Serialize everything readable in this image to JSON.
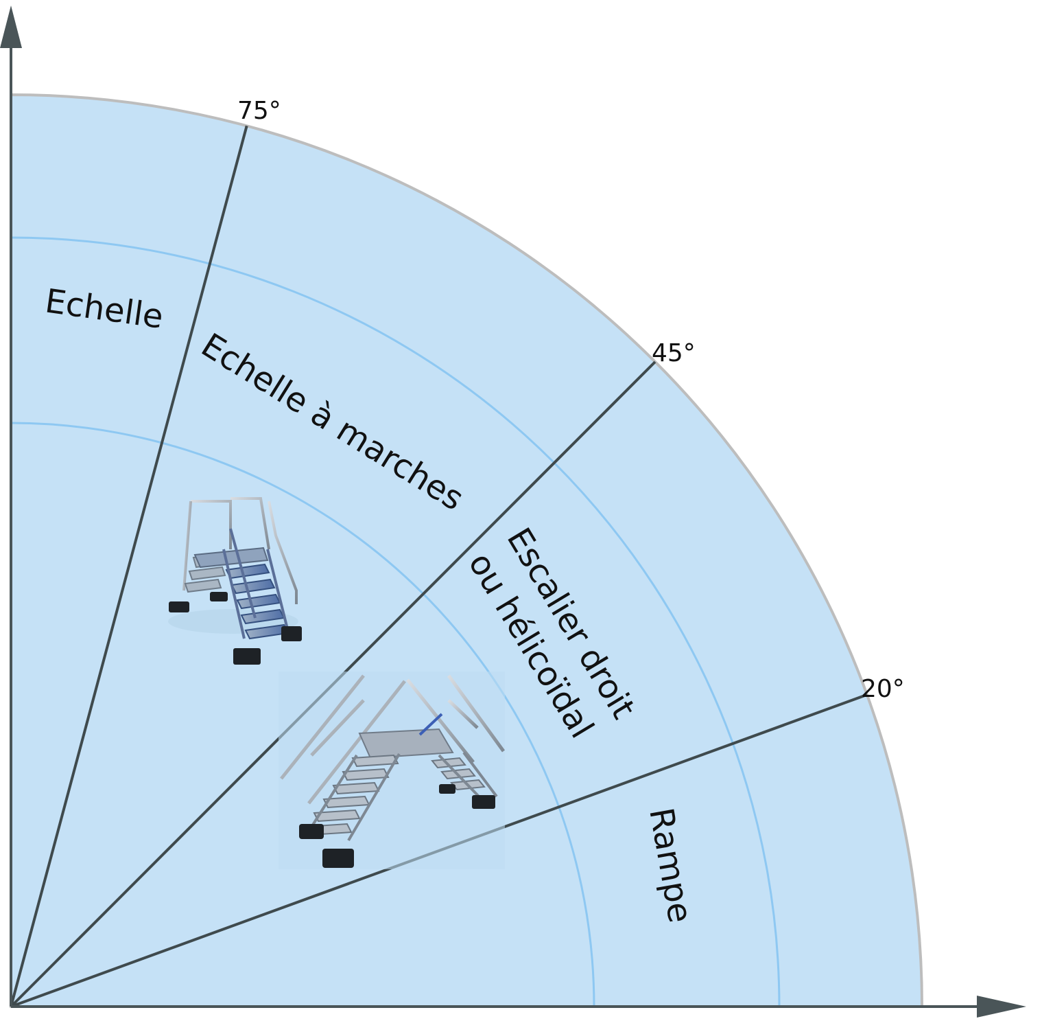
{
  "diagram": {
    "angles": [
      {
        "degrees": 75,
        "label": "75°"
      },
      {
        "degrees": 45,
        "label": "45°"
      },
      {
        "degrees": 20,
        "label": "20°"
      }
    ],
    "zones": {
      "echelle": "Echelle",
      "echelle_a_marches": "Echelle à marches",
      "escalier_line1": "Escalier droit",
      "escalier_line2": "ou hélicoïdal",
      "rampe": "Rampe"
    },
    "colors": {
      "sector_fill": "#c5e1f6",
      "sector_border": "#bdbdbd",
      "ring_arcs": "#8ec8f2",
      "axes": "#4a5558",
      "angle_lines": "#3f4a4d"
    }
  }
}
